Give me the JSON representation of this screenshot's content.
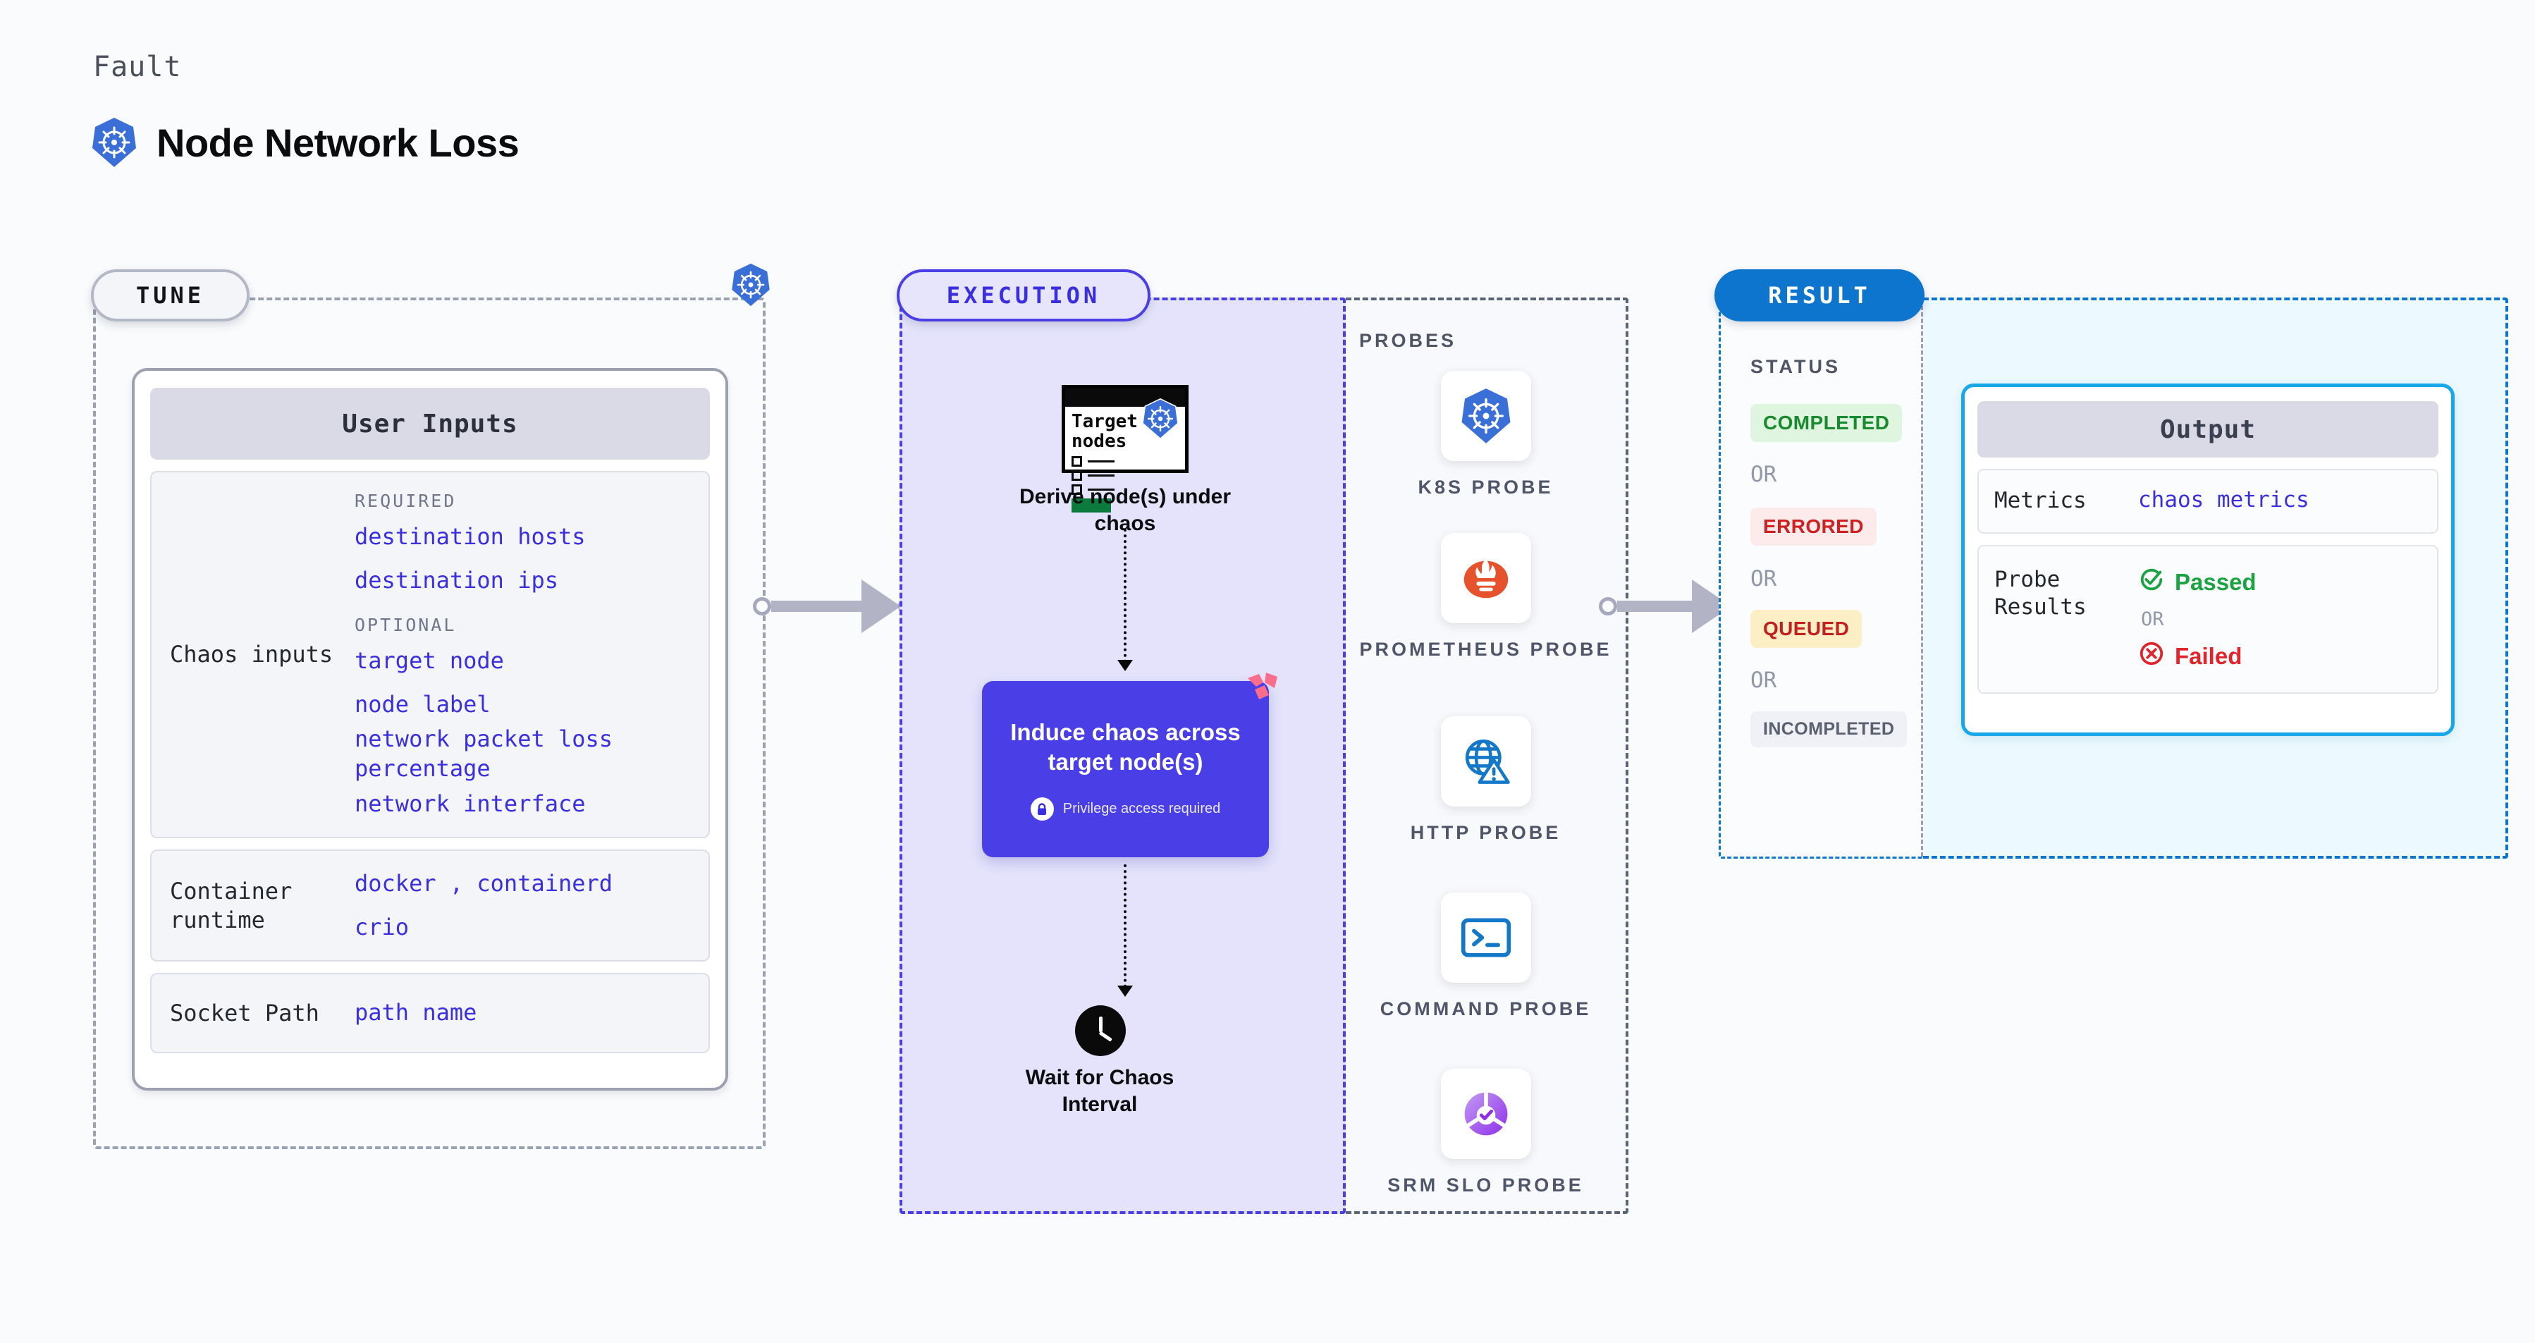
{
  "header": {
    "kicker": "Fault",
    "title": "Node Network Loss",
    "logo_icon": "kubernetes-icon"
  },
  "tune": {
    "pill_label": "TUNE",
    "card_title": "User Inputs",
    "badge_icon": "kubernetes-icon",
    "sections": [
      {
        "label": "Chaos inputs",
        "groups": [
          {
            "tag": "REQUIRED",
            "values": [
              "destination hosts",
              "destination ips"
            ]
          },
          {
            "tag": "OPTIONAL",
            "values": [
              "target node",
              "node label",
              "network packet loss percentage",
              "network interface"
            ]
          }
        ]
      },
      {
        "label": "Container runtime",
        "values": [
          "docker , containerd",
          "crio"
        ]
      },
      {
        "label": "Socket Path",
        "values": [
          "path name"
        ]
      }
    ]
  },
  "execution": {
    "pill_label": "EXECUTION",
    "badge_icon": "kubernetes-icon",
    "corner_icon": "harness-logo-icon",
    "node_window": {
      "title_line1": "Target",
      "title_line2": "nodes"
    },
    "steps": [
      {
        "caption": "Derive node(s) under chaos",
        "icon": "target-nodes-window-icon"
      },
      {
        "caption": "Induce chaos across target node(s)",
        "badge": "Privilege access required",
        "badge_icon": "lock-icon"
      },
      {
        "caption": "Wait for Chaos Interval",
        "icon": "clock-icon"
      }
    ],
    "probes_label": "PROBES",
    "probes": [
      {
        "name": "K8S PROBE",
        "icon": "kubernetes-icon"
      },
      {
        "name": "PROMETHEUS PROBE",
        "icon": "prometheus-icon"
      },
      {
        "name": "HTTP PROBE",
        "icon": "globe-warning-icon"
      },
      {
        "name": "COMMAND PROBE",
        "icon": "terminal-icon"
      },
      {
        "name": "SRM SLO PROBE",
        "icon": "slo-donut-check-icon"
      }
    ]
  },
  "result": {
    "pill_label": "RESULT",
    "status_label": "STATUS",
    "or_label": "OR",
    "statuses": [
      {
        "label": "COMPLETED",
        "color": "#1a8a2f",
        "bg": "#dff5e0"
      },
      {
        "label": "ERRORED",
        "color": "#cc2222",
        "bg": "#fdeaea"
      },
      {
        "label": "QUEUED",
        "color": "#c41f1f",
        "bg": "#fcefc6"
      },
      {
        "label": "INCOMPLETED",
        "color": "#5a6070",
        "bg": "#f0f1f6"
      }
    ],
    "output": {
      "card_title": "Output",
      "rows": [
        {
          "label": "Metrics",
          "value": "chaos metrics"
        },
        {
          "label": "Probe Results",
          "passed": "Passed",
          "or": "OR",
          "failed": "Failed"
        }
      ]
    }
  },
  "colors": {
    "accent_purple": "#4a3fe6",
    "accent_blue": "#0e75ce",
    "link_blue": "#3a2fe0",
    "k8s_blue": "#3a6fd8",
    "prometheus_orange": "#e6522c",
    "pass_green": "#1aa340",
    "fail_red": "#e0252b",
    "harness_pink": "#fa6d8b"
  }
}
